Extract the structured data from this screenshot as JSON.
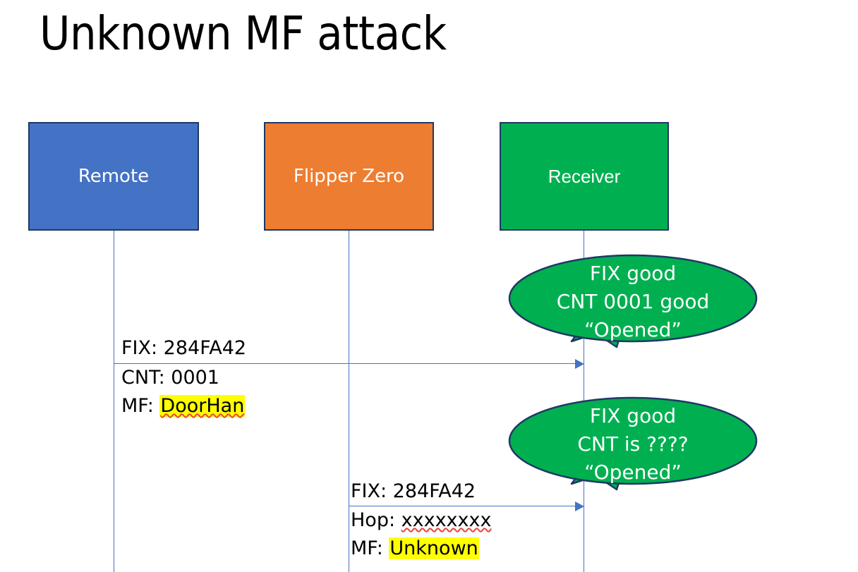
{
  "slide": {
    "title": "Unknown MF attack",
    "background": "#ffffff"
  },
  "colors": {
    "remote_fill": "#4472C4",
    "flipper_fill": "#ED7D31",
    "receiver_fill": "#00B050",
    "box_border": "#1F3864",
    "line": "#4472C4",
    "highlight": "#FFFF00",
    "spellcheck_underline": "#E8453C",
    "text_dark": "#000000",
    "text_light": "#FFFFFF"
  },
  "actors": [
    {
      "id": "remote",
      "label": "Remote"
    },
    {
      "id": "flipper",
      "label": "Flipper Zero"
    },
    {
      "id": "receiver",
      "label": "Receiver"
    }
  ],
  "messages": [
    {
      "id": "msg-1",
      "from": "remote",
      "to": "receiver",
      "lines": [
        {
          "label": "FIX: ",
          "value": "284FA42",
          "highlight": false,
          "spellcheck": false
        },
        {
          "label": "CNT: ",
          "value": "0001",
          "highlight": false,
          "spellcheck": false
        },
        {
          "label": "MF: ",
          "value": "DoorHan",
          "highlight": true,
          "spellcheck": true
        }
      ]
    },
    {
      "id": "msg-2",
      "from": "flipper",
      "to": "receiver",
      "lines": [
        {
          "label": "FIX: ",
          "value": "284FA42",
          "highlight": false,
          "spellcheck": false
        },
        {
          "label": "Hop: ",
          "value": "xxxxxxxx",
          "highlight": false,
          "spellcheck": true
        },
        {
          "label": "MF: ",
          "value": "Unknown",
          "highlight": true,
          "spellcheck": false
        }
      ]
    }
  ],
  "bubbles": [
    {
      "id": "bubble-1",
      "owner": "receiver",
      "line1": "FIX good",
      "line2": "CNT 0001 good",
      "line3": "“Opened”"
    },
    {
      "id": "bubble-2",
      "owner": "receiver",
      "line1": "FIX good",
      "line2": "CNT is ????",
      "line3": "“Opened”"
    }
  ]
}
